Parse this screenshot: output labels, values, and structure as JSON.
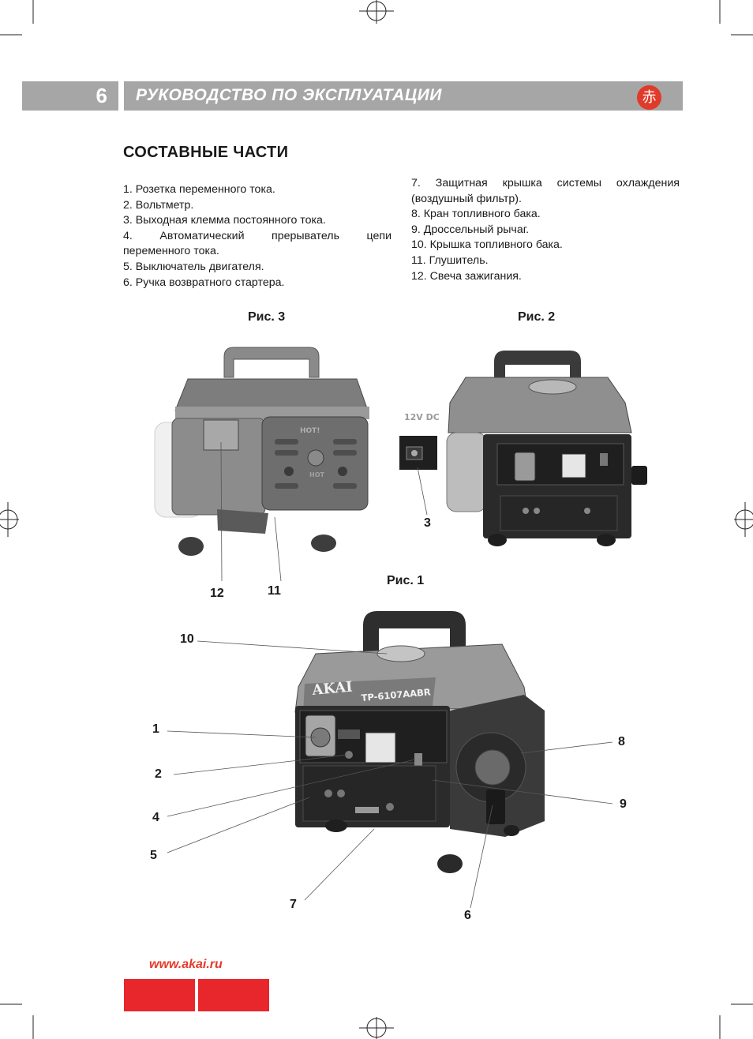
{
  "header": {
    "page_number": "6",
    "title": "РУКОВОДСТВО ПО ЭКСПЛУАТАЦИИ",
    "logo_glyph": "赤"
  },
  "section": {
    "title": "СОСТАВНЫЕ ЧАСТИ"
  },
  "parts_left": [
    "1.    Розетка переменного тока.",
    "2.    Вольтметр.",
    "3.    Выходная клемма постоянного тока.",
    "4.   Автоматический   прерыватель   цепи",
    "переменного тока.",
    "5.    Выключатель двигателя.",
    "6.    Ручка возвратного стартера."
  ],
  "parts_right": [
    "7.    Защитная крышка системы охлаждения",
    "(воздушный фильтр).",
    "8.    Кран топливного бака.",
    "9.    Дроссельный рычаг.",
    "10.  Крышка топливного бака.",
    "11.  Глушитель.",
    "12.  Свеча зажигания."
  ],
  "figures": {
    "fig3": "Рис. 3",
    "fig2": "Рис. 2",
    "fig1": "Рис. 1"
  },
  "photo_labels": {
    "dc_label": "12V  DC",
    "brand": "AKAI",
    "model": "TP-6107AABR",
    "hot_label": "HOT!",
    "hot_sub": "HOT"
  },
  "callouts": {
    "c1": "1",
    "c2": "2",
    "c3": "3",
    "c4": "4",
    "c5": "5",
    "c6": "6",
    "c7": "7",
    "c8": "8",
    "c9": "9",
    "c10": "10",
    "c11": "11",
    "c12": "12"
  },
  "footer": {
    "url": "www.akai.ru"
  },
  "colors": {
    "header_gray": "#a6a6a6",
    "accent_red": "#e53a2b"
  }
}
